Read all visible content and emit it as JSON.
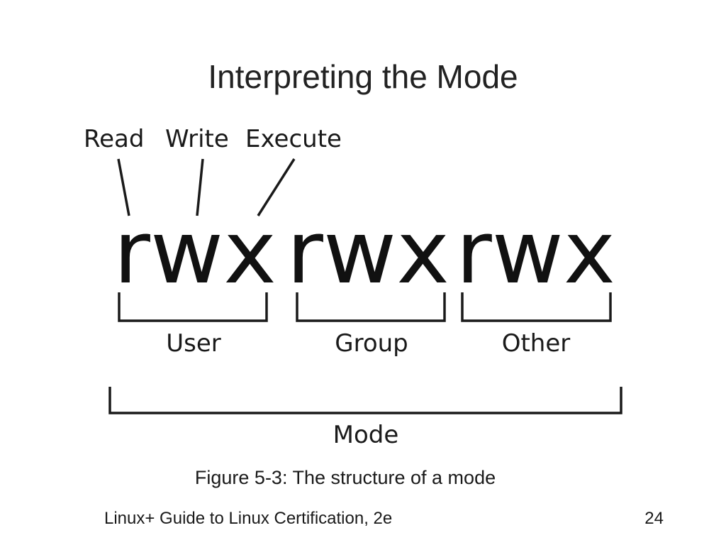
{
  "slide": {
    "title": "Interpreting the Mode",
    "caption": "Figure 5-3: The structure of a mode",
    "footer_text": "Linux+ Guide to Linux Certification, 2e",
    "page_number": "24"
  },
  "diagram": {
    "permission_labels": {
      "read": "Read",
      "write": "Write",
      "execute": "Execute"
    },
    "mode_string": {
      "user": "rwx",
      "group": "rwx",
      "other": "rwx"
    },
    "group_labels": {
      "user": "User",
      "group": "Group",
      "other": "Other"
    },
    "mode_label": "Mode"
  }
}
